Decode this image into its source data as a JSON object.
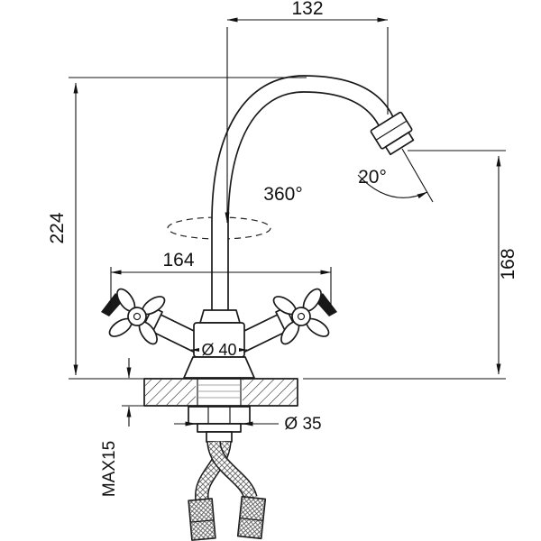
{
  "drawing": {
    "background": "#ffffff",
    "line_color": "#1a1a1a",
    "labels": {
      "top_width": "132",
      "overall_height": "224",
      "body_span": "164",
      "spout_rotation": "360°",
      "spout_tilt": "20°",
      "outlet_height": "168",
      "body_diameter": "Ø 40",
      "shank_diameter": "Ø 35",
      "max_thickness": "MAX15"
    }
  }
}
